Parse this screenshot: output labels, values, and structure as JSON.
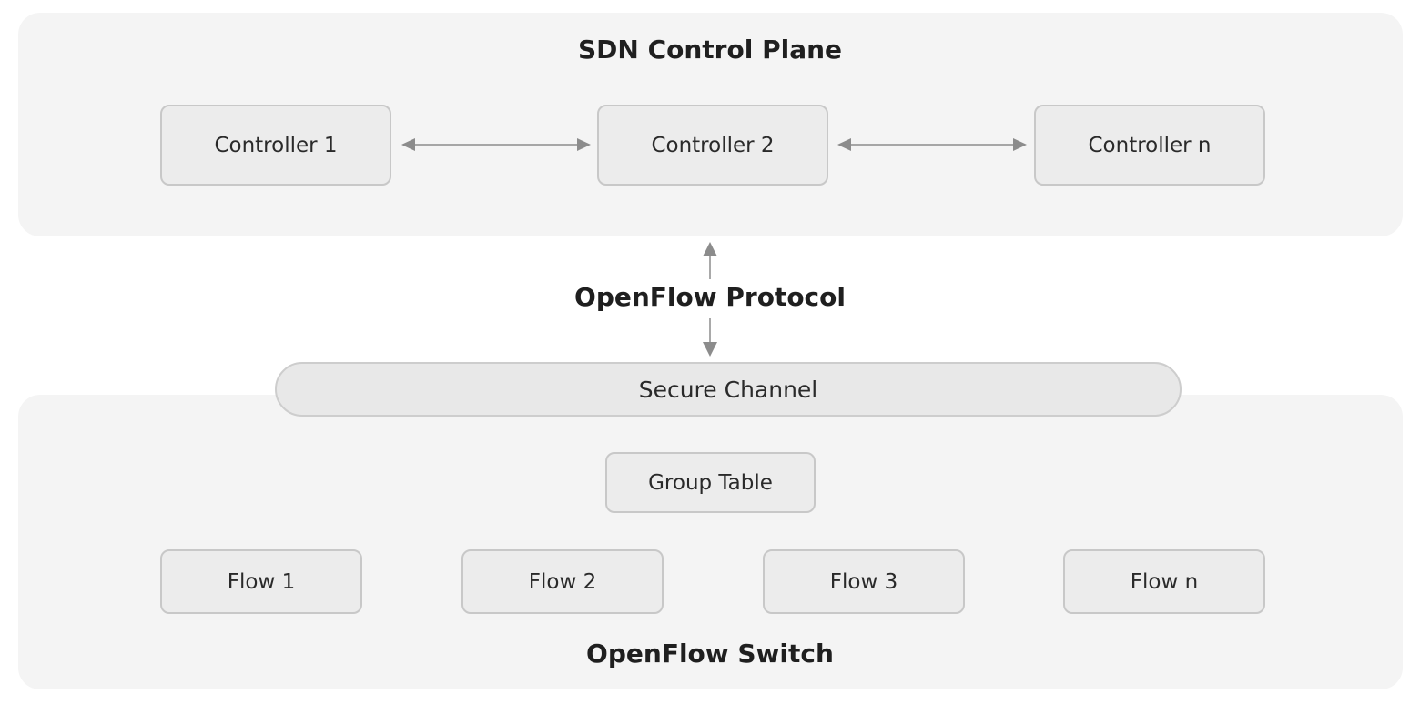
{
  "control_plane": {
    "title": "SDN Control Plane",
    "controllers": [
      "Controller 1",
      "Controller 2",
      "Controller n"
    ]
  },
  "protocol": {
    "label": "OpenFlow Protocol"
  },
  "secure_channel": {
    "label": "Secure Channel"
  },
  "switch": {
    "title": "OpenFlow Switch",
    "group_table": "Group Table",
    "flows": [
      "Flow 1",
      "Flow 2",
      "Flow 3",
      "Flow n"
    ]
  },
  "colors": {
    "panel": "#f4f4f4",
    "box_fill": "#ececec",
    "box_border": "#c8c8c8",
    "arrow": "#8c8c8c",
    "text": "#222222"
  }
}
